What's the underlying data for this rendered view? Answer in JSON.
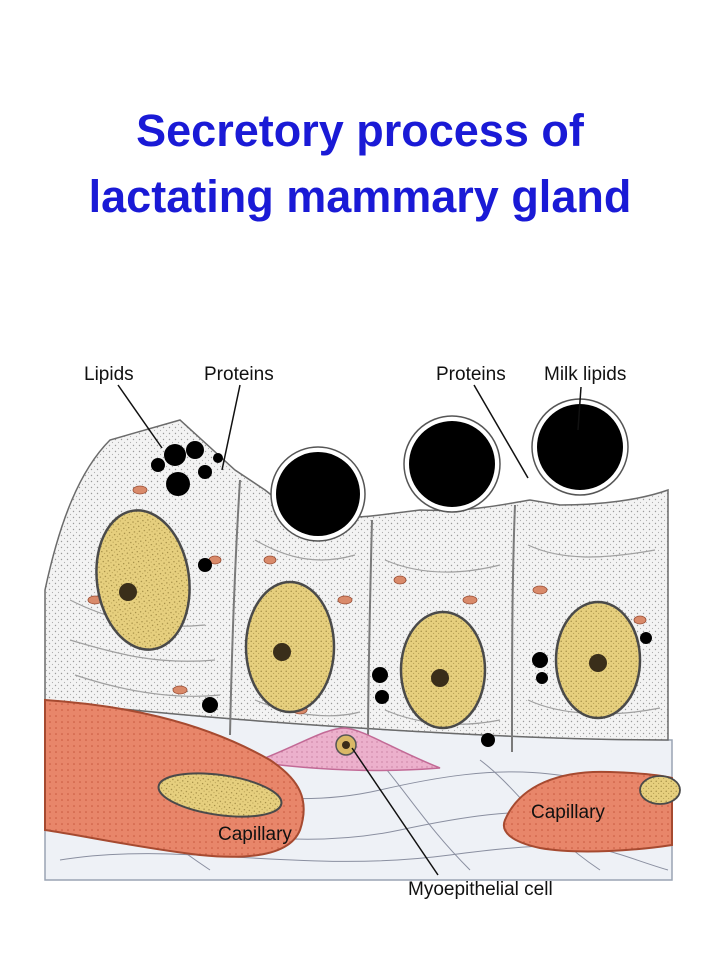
{
  "title": {
    "line1": "Secretory process of",
    "line2": "lactating mammary gland"
  },
  "labels": {
    "lipids": "Lipids",
    "proteins_left": "Proteins",
    "proteins_right": "Proteins",
    "milk_lipids": "Milk lipids",
    "capillary_left": "Capillary",
    "capillary_right": "Capillary",
    "myoepithelial": "Myoepithelial cell"
  },
  "colors": {
    "title": "#1a1ad6",
    "nucleus": "#e6cf7e",
    "capillary": "#e8866a",
    "myoepithelial": "#e9a7c6",
    "lipid_droplet": "#000000"
  }
}
